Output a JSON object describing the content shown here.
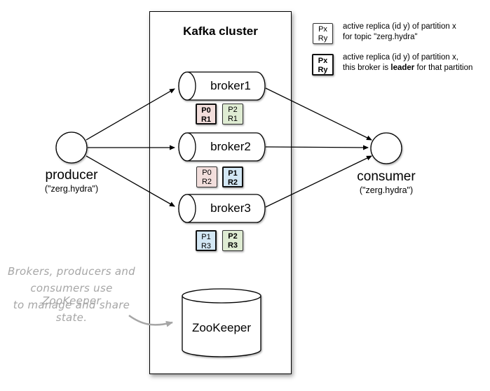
{
  "cluster": {
    "title": "Kafka cluster"
  },
  "producer": {
    "label": "producer",
    "topic": "(\"zerg.hydra\")"
  },
  "consumer": {
    "label": "consumer",
    "topic": "(\"zerg.hydra\")"
  },
  "zookeeper": {
    "label": "ZooKeeper"
  },
  "note": {
    "line1": "Brokers, producers and",
    "line2": "consumers use ZooKeeper",
    "line3": "to manage and share state."
  },
  "legend": {
    "items": [
      {
        "box": {
          "p": "Px",
          "r": "Ry",
          "color": "#ffffff",
          "thick_border": false,
          "bold_text": false
        },
        "line1": "active replica (id y) of partition x",
        "line2": "for topic \"zerg.hydra\""
      },
      {
        "box": {
          "p": "Px",
          "r": "Ry",
          "color": "#ffffff",
          "thick_border": true,
          "bold_text": true
        },
        "line1": "active replica (id y) of partition x,",
        "line2_prefix": "this broker is ",
        "line2_bold": "leader",
        "line2_suffix": " for that partition"
      }
    ]
  },
  "brokers": [
    {
      "label": "broker1",
      "partitions": [
        {
          "p": "P0",
          "r": "R1",
          "color": "#f2dedc",
          "thick_border": true,
          "bold_text": true
        },
        {
          "p": "P2",
          "r": "R1",
          "color": "#dfecd3",
          "thick_border": false,
          "bold_text": false
        }
      ]
    },
    {
      "label": "broker2",
      "partitions": [
        {
          "p": "P0",
          "r": "R2",
          "color": "#f2dedc",
          "thick_border": false,
          "bold_text": false
        },
        {
          "p": "P1",
          "r": "R2",
          "color": "#d3e7f4",
          "thick_border": true,
          "bold_text": true
        }
      ]
    },
    {
      "label": "broker3",
      "partitions": [
        {
          "p": "P1",
          "r": "R3",
          "color": "#d3e7f4",
          "thick_border": true,
          "bold_text": false
        },
        {
          "p": "P2",
          "r": "R3",
          "color": "#dfecd3",
          "thick_border": false,
          "bold_text": true
        }
      ]
    }
  ],
  "colors": {
    "partition_pink": "#f2dedc",
    "partition_green": "#dfecd3",
    "partition_blue": "#d3e7f4",
    "note_gray": "#a6a6a6",
    "line_black": "#000000"
  }
}
